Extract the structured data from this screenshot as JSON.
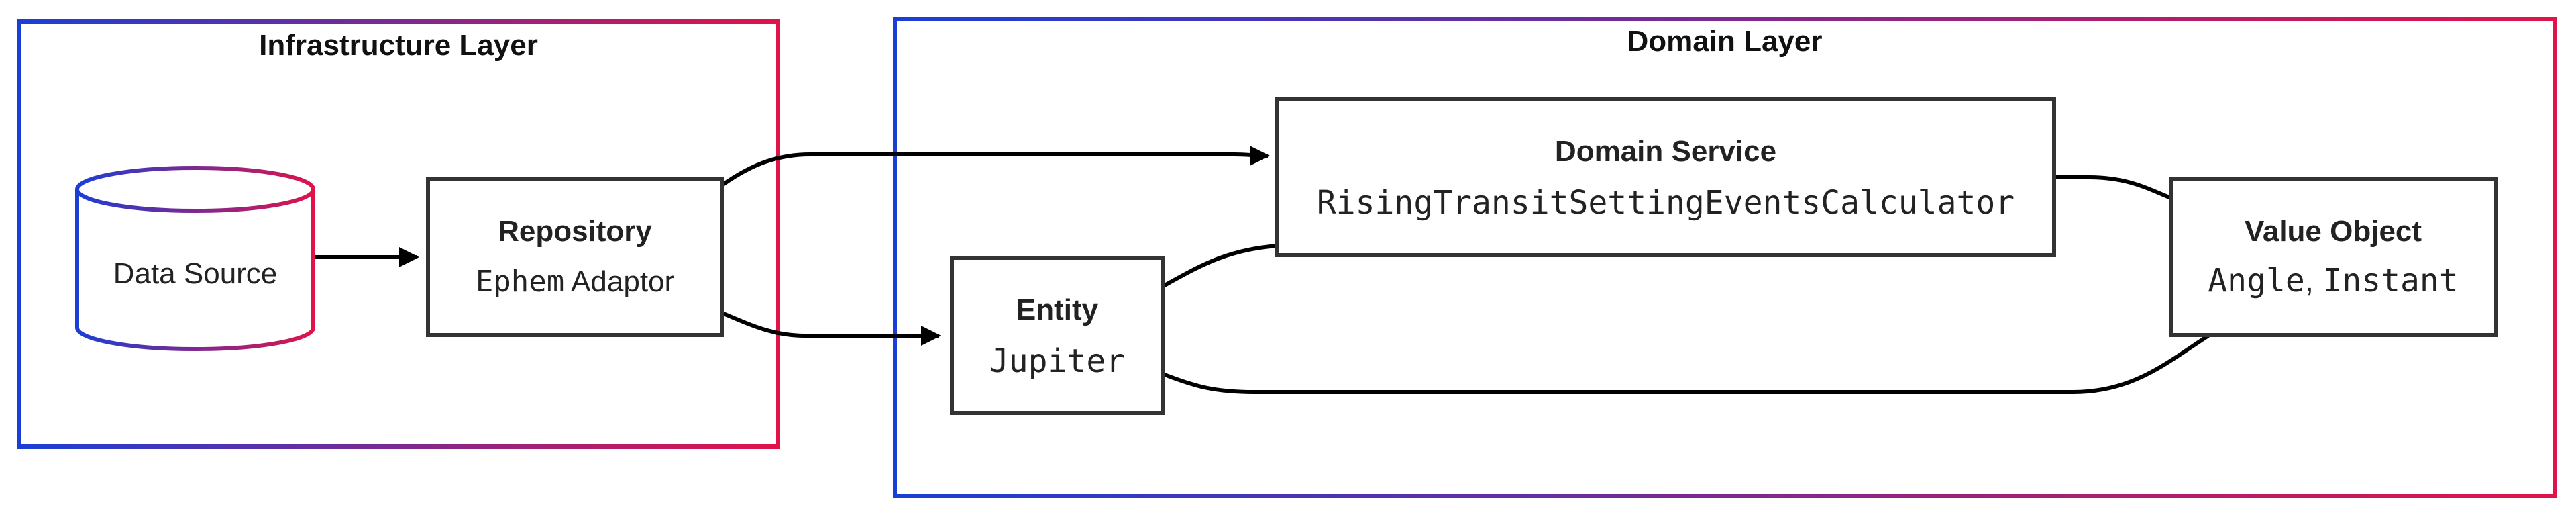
{
  "layers": {
    "infrastructure": {
      "label": "Infrastructure Layer"
    },
    "domain": {
      "label": "Domain Layer"
    }
  },
  "nodes": {
    "data_source": {
      "label": "Data Source"
    },
    "repository": {
      "title": "Repository",
      "detail_mono": "Ephem",
      "detail_sans": " Adaptor"
    },
    "domain_service": {
      "title": "Domain Service",
      "detail": "RisingTransitSettingEventsCalculator"
    },
    "entity": {
      "title": "Entity",
      "detail": "Jupiter"
    },
    "value_object": {
      "title": "Value Object",
      "detail_a": "Angle",
      "detail_sep": ", ",
      "detail_b": "Instant"
    }
  },
  "colors": {
    "gradient_start": "#1a3fd6",
    "gradient_end": "#e0134a",
    "stroke": "#333333",
    "text": "#222222",
    "box_fill": "#ffffff"
  }
}
